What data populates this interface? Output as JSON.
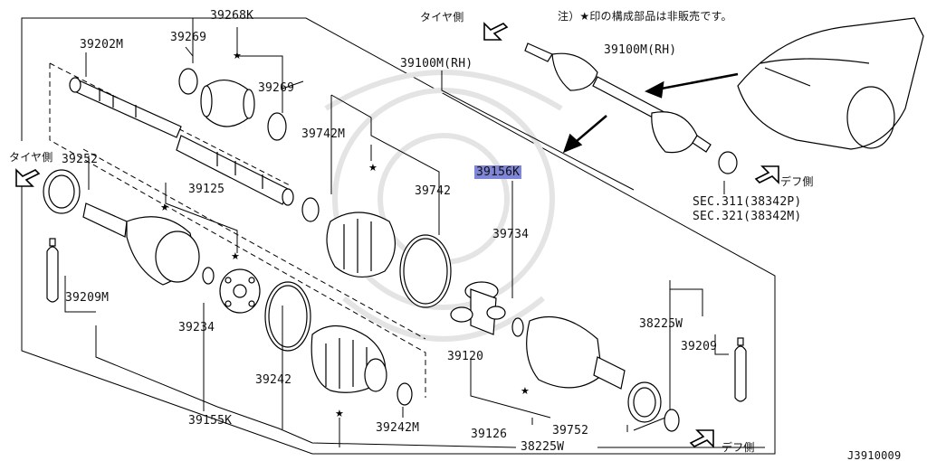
{
  "note": "注）★印の構成部品は非販売です。",
  "directions": {
    "tire_top": "タイヤ側",
    "tire_left": "タイヤ側",
    "diff_right": "デフ側",
    "diff_bottom": "デフ側"
  },
  "sections": [
    "SEC.311(38342P)",
    "SEC.321(38342M)"
  ],
  "diagram_id": "J3910009",
  "highlighted_part": "39156K",
  "parts": {
    "p39202M": "39202M",
    "p39269a": "39269",
    "p39268K": "39268K",
    "p39269b": "39269",
    "p39100M_mid": "39100M(RH)",
    "p39100M_top": "39100M(RH)",
    "p39742M": "39742M",
    "p39252": "39252",
    "p39125": "39125",
    "p39742": "39742",
    "p39156K": "39156K",
    "p39734": "39734",
    "p39209M": "39209M",
    "p39234": "39234",
    "p38225W_r": "38225W",
    "p39209": "39209",
    "p39120": "39120",
    "p39242": "39242",
    "p39155K": "39155K",
    "p39242M": "39242M",
    "p39126": "39126",
    "p39752": "39752",
    "p38225W_b": "38225W"
  },
  "star_symbol": "★"
}
